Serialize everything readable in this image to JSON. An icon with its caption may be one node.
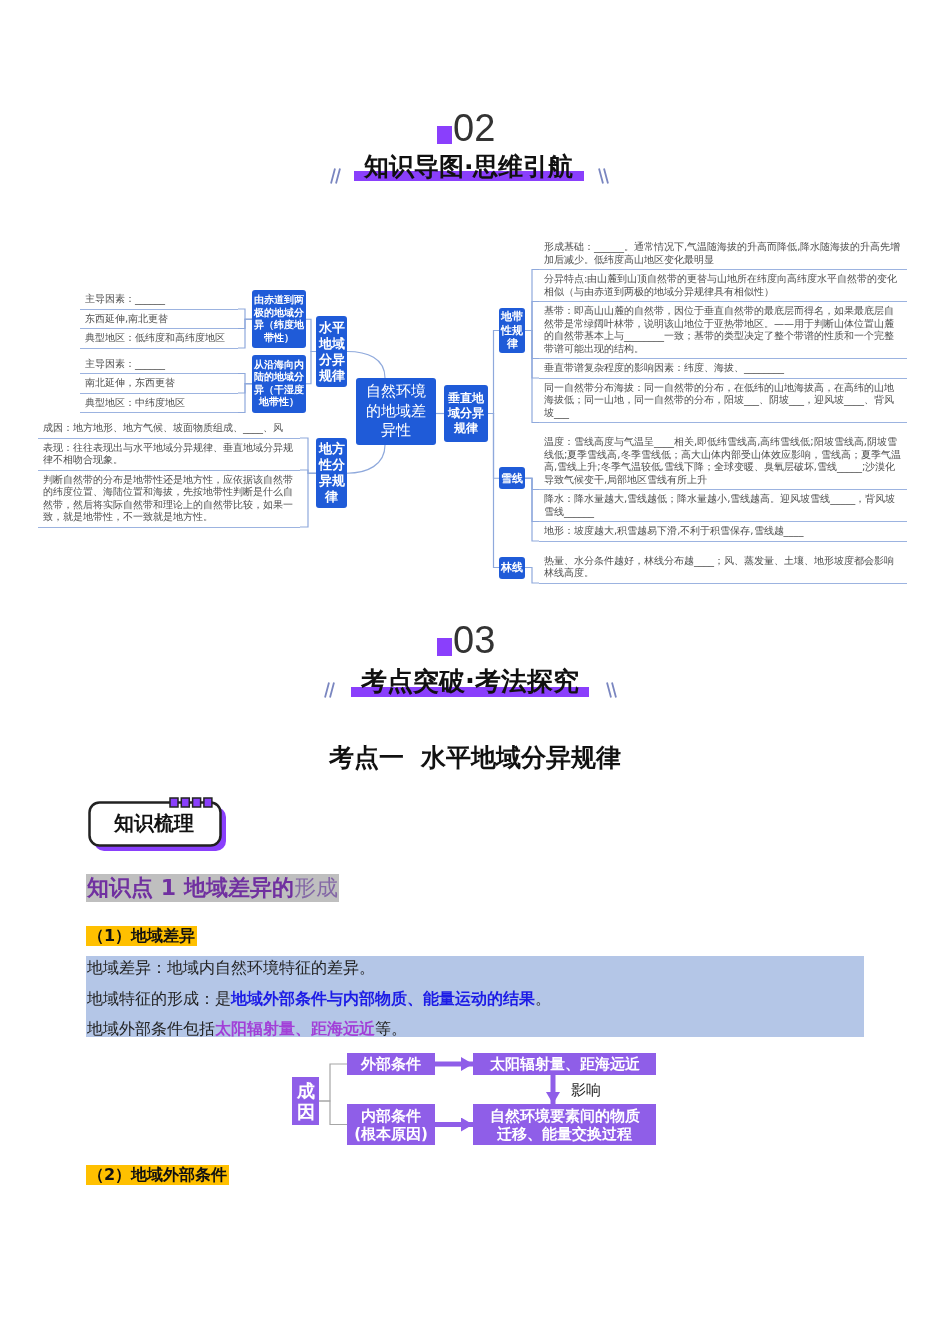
{
  "diagram": {
    "nodes": [
      {
        "text": [
          "自然环境的地域差异性"
        ]
      },
      {
        "text": [
          "水平地域分异规律"
        ]
      },
      {
        "text": [
          "由赤道到两极的地域分异（纬度地带性）"
        ]
      },
      {
        "text": [
          "主导因素：______"
        ]
      },
      {
        "text": [
          "东西延伸,南北更替"
        ]
      },
      {
        "text": [
          "典型地区：低纬度和高纬度地区"
        ]
      },
      {
        "text": [
          "从沿海向内陆的地域分异（干湿度地带性）"
        ]
      },
      {
        "text": [
          "主导因素：______"
        ]
      },
      {
        "text": [
          "南北延伸，东西更替"
        ]
      },
      {
        "text": [
          "典型地区：中纬度地区"
        ]
      },
      {
        "text": [
          "地方性分异规律"
        ]
      },
      {
        "text": [
          "成因：地方地形、地方气候、坡面物质组成、____、风"
        ]
      },
      {
        "text": [
          "表现：往往表现出与水平地域分异规律、垂直地域分异规律不相吻合现象。"
        ]
      },
      {
        "text": [
          "判断自然带的分布是地带性还是地方性，应依据该自然带的纬度位置、海陆位置和海拔，先按地带性判断是什么自然带，然后将实际自然带和理论上的自然带比较，如果一致，就是地带性，不一致就是地方性。"
        ]
      },
      {
        "text": [
          "垂直地域分异规律"
        ]
      },
      {
        "text": [
          "地带性规律"
        ]
      },
      {
        "text": [
          "形成基础：______。通常情况下,气温随海拔的升高而降低,降水随海拔的升高先增加后减少。低纬度高山地区变化最明显"
        ]
      },
      {
        "text": [
          "分异特点:由山麓到山顶自然带的更替与山地所在纬度向高纬度水平自然带的变化相似（与由赤道到两极的地域分异规律具有相似性）"
        ]
      },
      {
        "text": [
          "基带：即高山山麓的自然带，因位于垂直自然带的最底层而得名，如果最底层自然带是常绿阔叶林带，说明该山地位于亚热带地区。——用于判断山体位置山麓的自然带基本上与________一致；基带的类型决定了整个带谱的性质和一个完整带谱可能出现的结构。"
        ]
      },
      {
        "text": [
          "垂直带谱复杂程度的影响因素：纬度、海拔、________"
        ]
      },
      {
        "text": [
          "同一自然带分布海拔：同一自然带的分布，在低纬的山地海拔高，在高纬的山地海拔低；同一山地，同一自然带的分布，阳坡___、阴坡___，迎风坡____、背风坡___"
        ]
      },
      {
        "text": [
          "雪线"
        ]
      },
      {
        "text": [
          "温度：雪线高度与气温呈____相关,即低纬雪线高,高纬雪线低;阳坡雪线高,阴坡雪线低;夏季雪线高,冬季雪线低；高大山体内部受山体效应影响，雪线高；夏季气温高,雪线上升;冬季气温较低,雪线下降；全球变暖、臭氧层破坏,雪线_____;沙漠化导致气候变干,局部地区雪线有所上升"
        ]
      },
      {
        "text": [
          "降水：降水量越大,雪线越低；降水量越小,雪线越高。迎风坡雪线_____，背风坡雪线______"
        ]
      },
      {
        "text": [
          "地形：坡度越大,积雪越易下滑,不利于积雪保存,雪线越____"
        ]
      },
      {
        "text": [
          "林线"
        ]
      },
      {
        "text": [
          "热量、水分条件越好，林线分布越____；风、蒸发量、土壤、地形坡度都会影响林线高度。"
        ]
      },
      {
        "text": [
          "成因"
        ]
      },
      {
        "text": [
          "外部条件"
        ]
      },
      {
        "text": [
          "太阳辐射量、距海远近"
        ]
      },
      {
        "text": [
          "内部条件(根本原因)"
        ]
      },
      {
        "text": [
          "自然环境要素间的物质迁移、能量交换过程"
        ]
      }
    ],
    "edges": [
      {
        "from": 0,
        "to": 1,
        "arrow": "none"
      },
      {
        "from": 1,
        "to": 2,
        "arrow": "none"
      },
      {
        "from": 2,
        "to": 3,
        "arrow": "none"
      },
      {
        "from": 2,
        "to": 4,
        "arrow": "none"
      },
      {
        "from": 2,
        "to": 5,
        "arrow": "none"
      },
      {
        "from": 1,
        "to": 6,
        "arrow": "none"
      },
      {
        "from": 6,
        "to": 7,
        "arrow": "none"
      },
      {
        "from": 6,
        "to": 8,
        "arrow": "none"
      },
      {
        "from": 6,
        "to": 9,
        "arrow": "none"
      },
      {
        "from": 0,
        "to": 10,
        "arrow": "none"
      },
      {
        "from": 10,
        "to": 11,
        "arrow": "none"
      },
      {
        "from": 10,
        "to": 12,
        "arrow": "none"
      },
      {
        "from": 10,
        "to": 13,
        "arrow": "none"
      },
      {
        "from": 0,
        "to": 14,
        "arrow": "none"
      },
      {
        "from": 14,
        "to": 15,
        "arrow": "none"
      },
      {
        "from": 15,
        "to": 16,
        "arrow": "none"
      },
      {
        "from": 15,
        "to": 17,
        "arrow": "none"
      },
      {
        "from": 15,
        "to": 18,
        "arrow": "none"
      },
      {
        "from": 15,
        "to": 19,
        "arrow": "none"
      },
      {
        "from": 15,
        "to": 20,
        "arrow": "none"
      },
      {
        "from": 14,
        "to": 21,
        "arrow": "none"
      },
      {
        "from": 21,
        "to": 22,
        "arrow": "none"
      },
      {
        "from": 21,
        "to": 23,
        "arrow": "none"
      },
      {
        "from": 21,
        "to": 24,
        "arrow": "none"
      },
      {
        "from": 14,
        "to": 25,
        "arrow": "none"
      },
      {
        "from": 25,
        "to": 26,
        "arrow": "none"
      },
      {
        "from": 27,
        "to": 28,
        "arrow": "none",
        "color": "#a6a6a6"
      },
      {
        "from": 27,
        "to": 30,
        "arrow": "none",
        "color": "#a6a6a6"
      },
      {
        "from": 28,
        "to": 29,
        "arrow": "to",
        "style": "thick",
        "color": "#8f5ee8"
      },
      {
        "from": 29,
        "to": 31,
        "arrow": "to",
        "label": "影响",
        "style": "thick",
        "color": "#8f5ee8"
      },
      {
        "from": 30,
        "to": 31,
        "arrow": "to",
        "style": "thick",
        "color": "#8f5ee8"
      }
    ],
    "labels": [
      "02",
      "知识导图·思维引航",
      "03",
      "考点突破·考法探究",
      "考点一 水平地域分异规律",
      "知识梳理",
      "**知识点 1 地域差异的**形成",
      "（1）地域差异",
      "地域差异：地域内自然环境特征的差异。",
      "地域特征的形成：是**地域外部条件与内部物质、能量运动的结果**。",
      "地域外部条件包括**太阳辐射量、距海远近**等。",
      "（2）地域外部条件"
    ]
  }
}
